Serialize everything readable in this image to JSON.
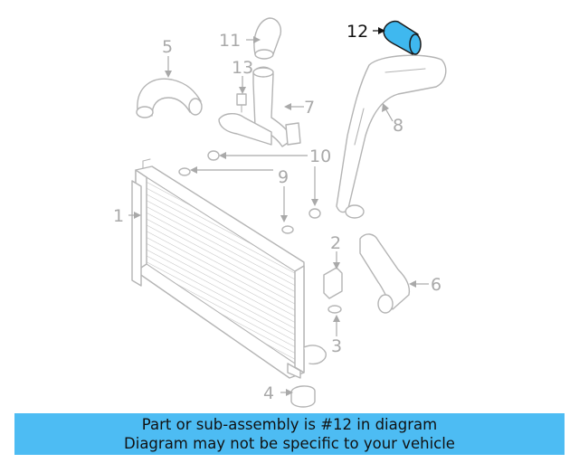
{
  "diagram": {
    "highlight_color": "#3fb8ef",
    "callout_color": "#a9a9a9",
    "callouts": [
      {
        "id": "1",
        "label": "1"
      },
      {
        "id": "2",
        "label": "2"
      },
      {
        "id": "3",
        "label": "3"
      },
      {
        "id": "4",
        "label": "4"
      },
      {
        "id": "5",
        "label": "5"
      },
      {
        "id": "6",
        "label": "6"
      },
      {
        "id": "7",
        "label": "7"
      },
      {
        "id": "8",
        "label": "8"
      },
      {
        "id": "9",
        "label": "9"
      },
      {
        "id": "10",
        "label": "10"
      },
      {
        "id": "11",
        "label": "11"
      },
      {
        "id": "12",
        "label": "12"
      },
      {
        "id": "13",
        "label": "13"
      }
    ],
    "highlighted_part": "12"
  },
  "banner": {
    "background": "#4dbcf3",
    "line1": "Part or sub-assembly is #12 in diagram",
    "line2": "Diagram may not be specific to your vehicle"
  }
}
